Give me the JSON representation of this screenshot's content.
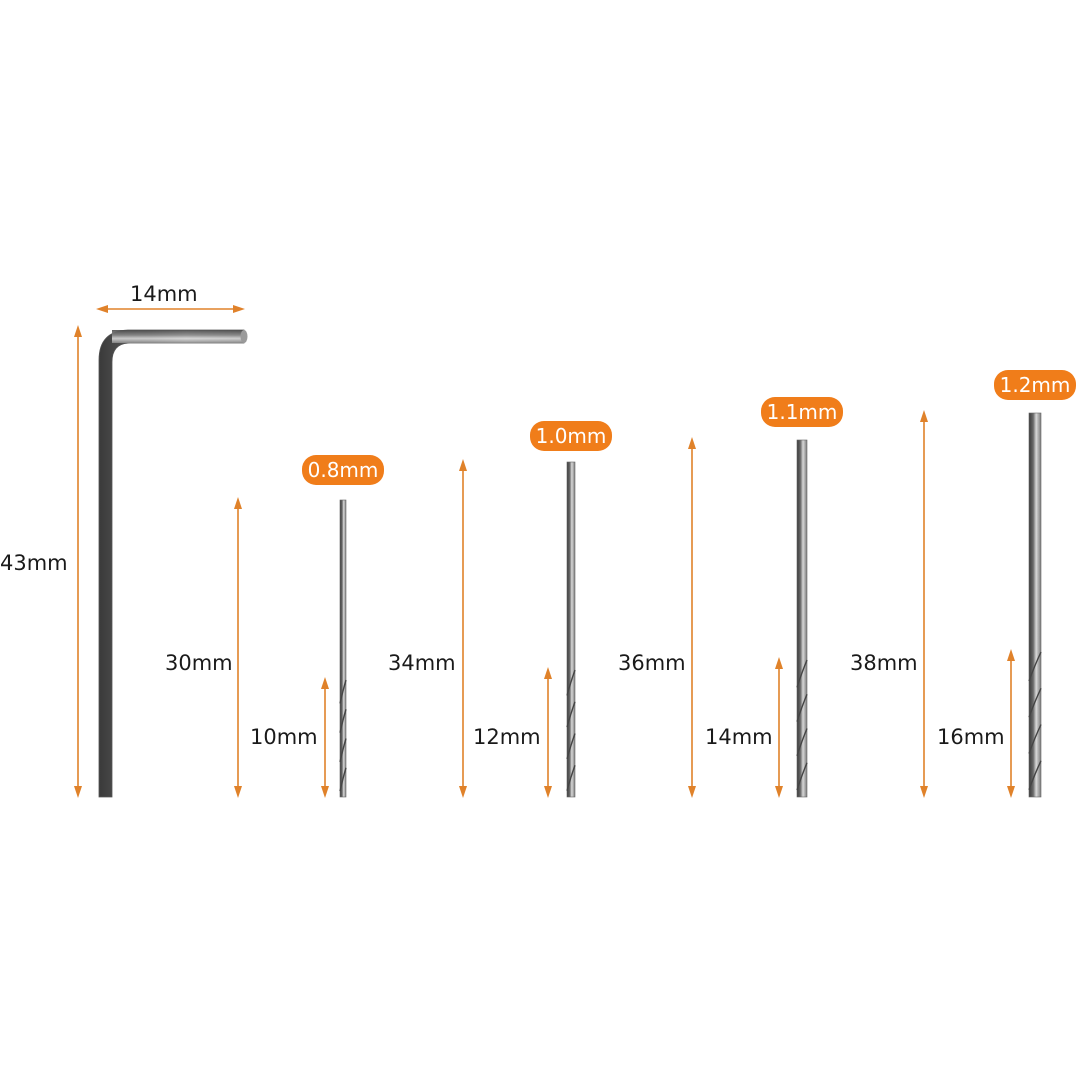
{
  "colors": {
    "accent": "#f07d1a",
    "arrow": "#e0822a",
    "steel": "#8a8a8a"
  },
  "hex_key": {
    "length_label": "43mm",
    "width_label": "14mm"
  },
  "drills": [
    {
      "size": "0.8mm",
      "total_length": "30mm",
      "flute_length": "10mm"
    },
    {
      "size": "1.0mm",
      "total_length": "34mm",
      "flute_length": "12mm"
    },
    {
      "size": "1.1mm",
      "total_length": "36mm",
      "flute_length": "14mm"
    },
    {
      "size": "1.2mm",
      "total_length": "38mm",
      "flute_length": "16mm"
    }
  ]
}
